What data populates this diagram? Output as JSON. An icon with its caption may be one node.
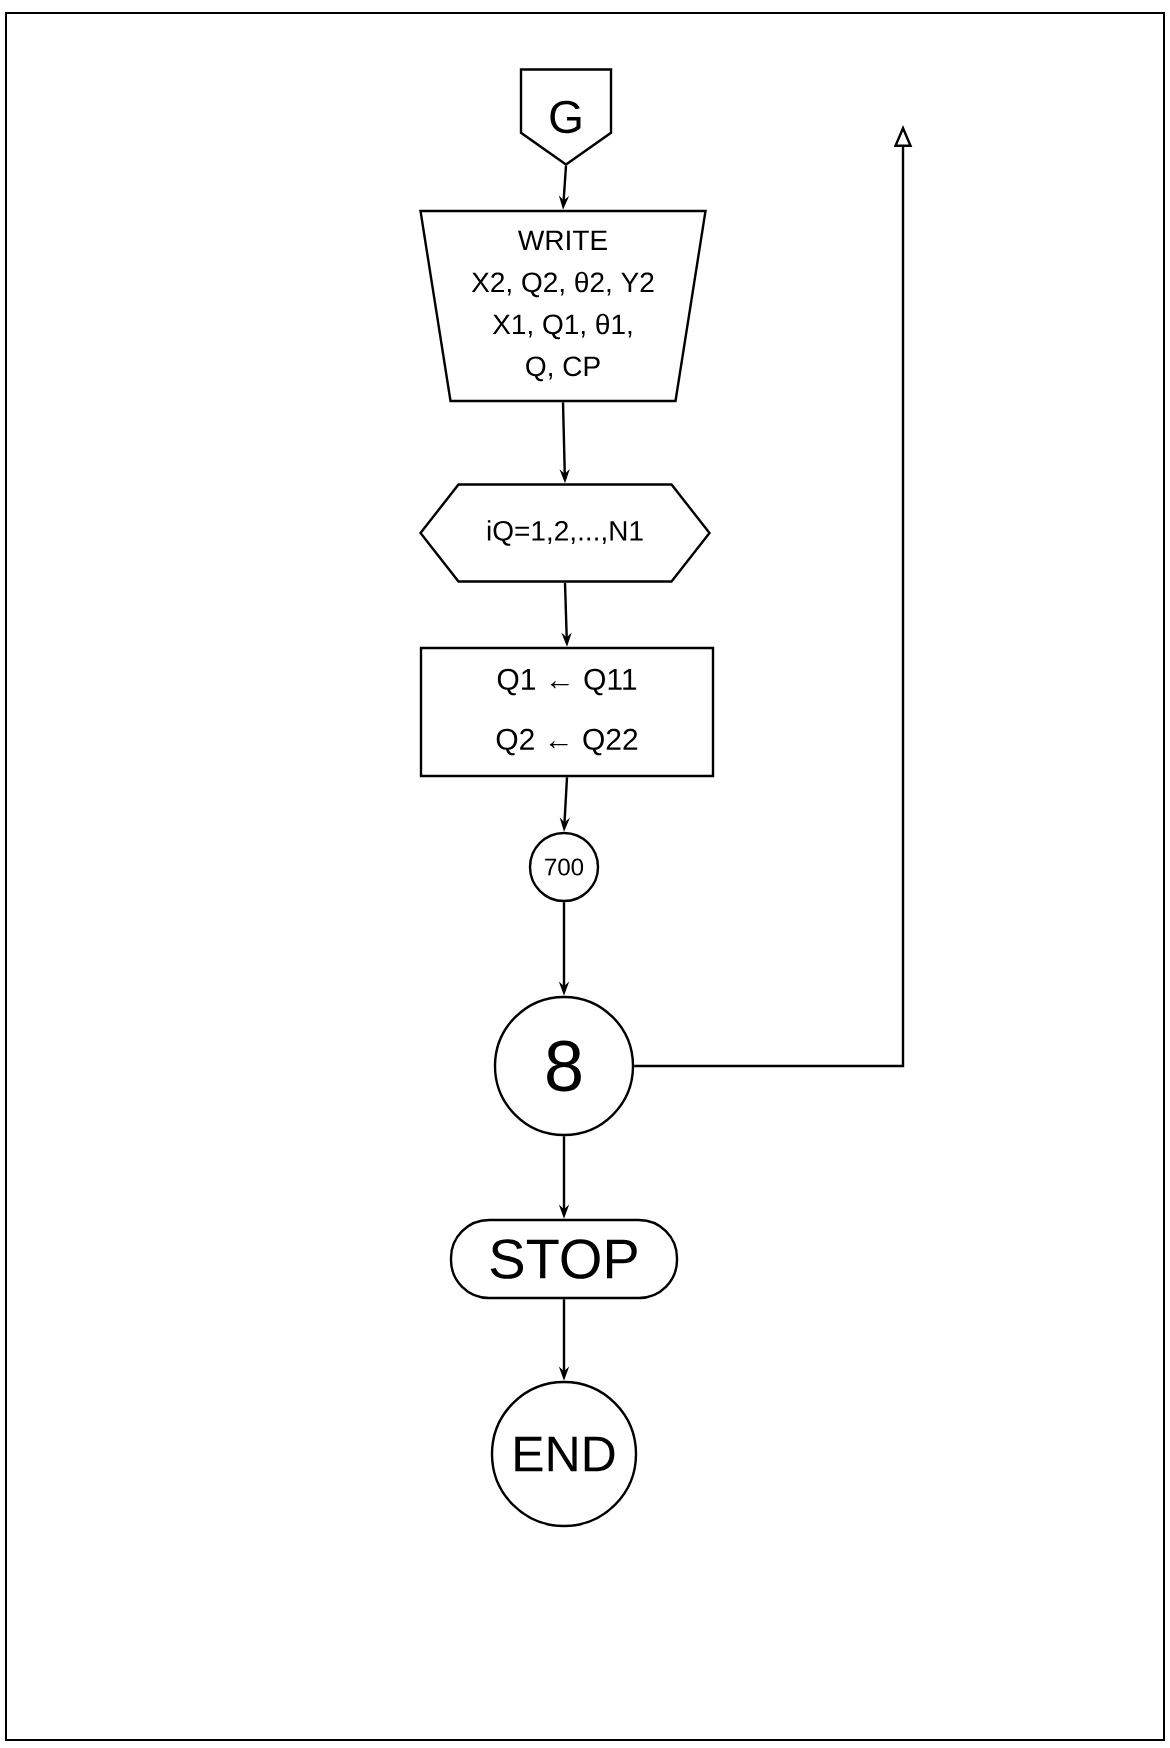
{
  "diagram": {
    "nodes": [
      {
        "text": [
          "G"
        ]
      },
      {
        "text": [
          "WRITE",
          "X2, Q2, θ2, Y2",
          "X1, Q1, θ1,",
          "Q, CP"
        ]
      },
      {
        "text": [
          "iQ=1,2,...,N1"
        ]
      },
      {
        "text": [
          "Q1 ← Q11",
          "Q2 ← Q22"
        ]
      },
      {
        "text": [
          "700"
        ]
      },
      {
        "text": [
          "8"
        ]
      },
      {
        "text": [
          "STOP"
        ]
      },
      {
        "text": [
          "END"
        ]
      }
    ],
    "edges": [
      {
        "from": 0,
        "to": 1,
        "arrow": "to"
      },
      {
        "from": 1,
        "to": 2,
        "arrow": "to"
      },
      {
        "from": 2,
        "to": 3,
        "arrow": "to"
      },
      {
        "from": 3,
        "to": 4,
        "arrow": "to"
      },
      {
        "from": 4,
        "to": 5,
        "arrow": "to"
      },
      {
        "from": 5,
        "to": null,
        "arrow": "to"
      },
      {
        "from": 5,
        "to": 6,
        "arrow": "to"
      },
      {
        "from": 6,
        "to": 7,
        "arrow": "to"
      }
    ]
  }
}
